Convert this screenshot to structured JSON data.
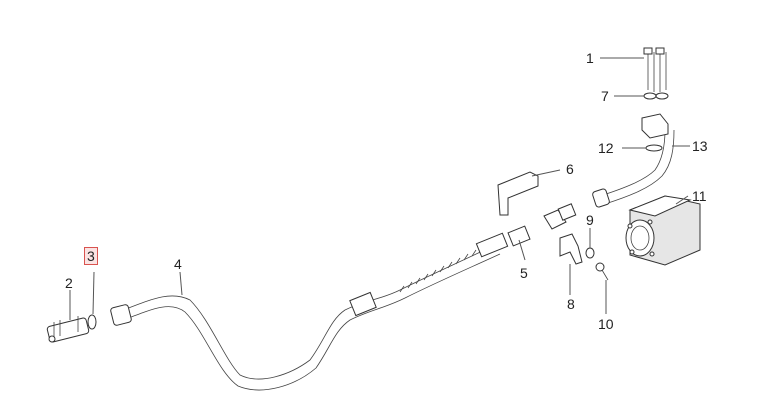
{
  "callouts": [
    {
      "label": "1",
      "highlighted": false
    },
    {
      "label": "2",
      "highlighted": false
    },
    {
      "label": "3",
      "highlighted": true
    },
    {
      "label": "4",
      "highlighted": false
    },
    {
      "label": "5",
      "highlighted": false
    },
    {
      "label": "6",
      "highlighted": false
    },
    {
      "label": "7",
      "highlighted": false
    },
    {
      "label": "8",
      "highlighted": false
    },
    {
      "label": "9",
      "highlighted": false
    },
    {
      "label": "10",
      "highlighted": false
    },
    {
      "label": "11",
      "highlighted": false
    },
    {
      "label": "12",
      "highlighted": false
    },
    {
      "label": "13",
      "highlighted": false
    }
  ],
  "colors": {
    "highlight_border": "#d9534f",
    "highlight_fill": "#fbe3e3",
    "line": "#333333"
  }
}
